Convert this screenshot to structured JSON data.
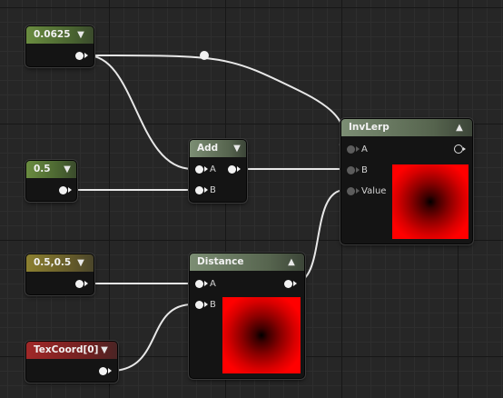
{
  "nodes": {
    "constant_0625": {
      "title": "0.0625",
      "header_color": "#6a8c40"
    },
    "constant_05": {
      "title": "0.5",
      "header_color": "#6a8c40"
    },
    "constant2_05_05": {
      "title": "0.5,0.5",
      "header_color": "#8c8030"
    },
    "texcoord": {
      "title": "TexCoord[0]",
      "header_color": "#a02828"
    },
    "add": {
      "title": "Add",
      "pins": {
        "a": "A",
        "b": "B"
      }
    },
    "distance": {
      "title": "Distance",
      "pins": {
        "a": "A",
        "b": "B"
      }
    },
    "invlerp": {
      "title": "InvLerp",
      "pins": {
        "a": "A",
        "b": "B",
        "value": "Value"
      }
    }
  },
  "icons": {
    "collapse": "chevron-down-icon",
    "expand": "chevron-up-icon",
    "wire_pin": "exec-pin-icon",
    "output_ring": "output-ring-icon"
  },
  "colors": {
    "canvas_bg": "#262626",
    "wire": "#e8e8e8",
    "preview_red": "#ff0000"
  }
}
